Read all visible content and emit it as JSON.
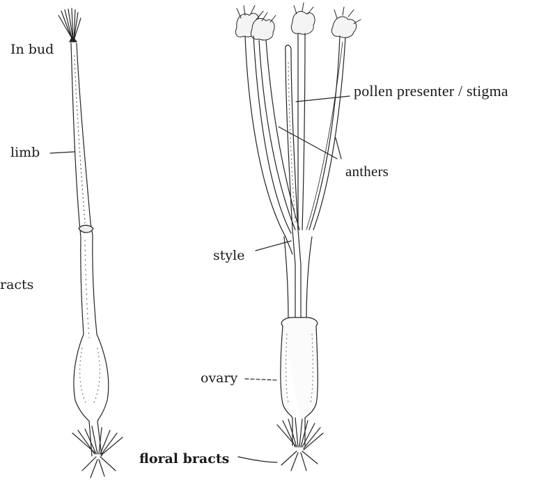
{
  "labels": {
    "in_bud": "In bud",
    "limb": "limb",
    "bracts_cut": "racts",
    "pollen_presenter": "pollen presenter / stigma",
    "anthers": "anthers",
    "style": "style",
    "ovary": "ovary",
    "floral_bracts": "floral bracts"
  }
}
